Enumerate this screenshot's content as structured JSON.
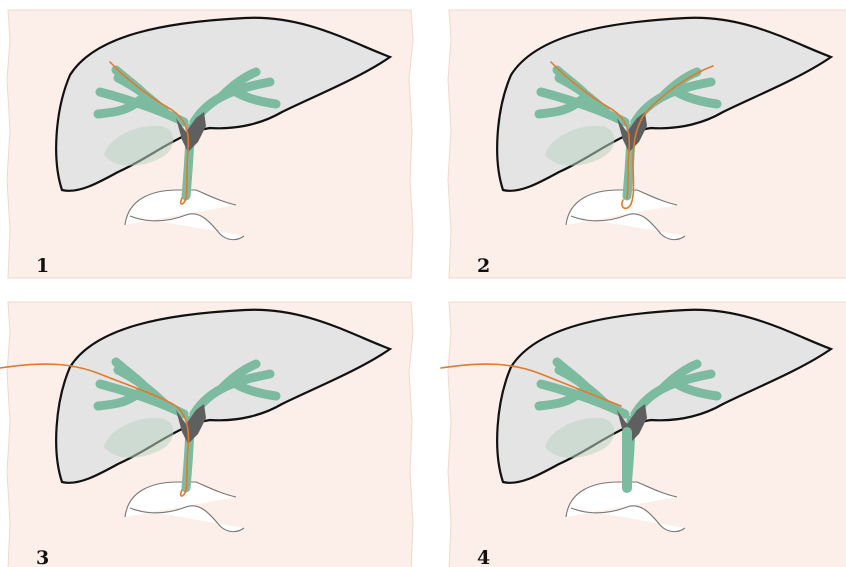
{
  "colors": {
    "panel_bg": "#fcefe9",
    "liver_fill": "#e3e3e3",
    "liver_stroke": "#111111",
    "duct": "#7dbba0",
    "duct_edge": "#4f8b6f",
    "confluence": "#5e5f5e",
    "gallbladder": "#b9d3c3",
    "guidewire": "#e07a2c",
    "duodenum_stroke": "#666666"
  },
  "panels": [
    {
      "label": "1"
    },
    {
      "label": "2"
    },
    {
      "label": "3"
    },
    {
      "label": "4"
    }
  ]
}
